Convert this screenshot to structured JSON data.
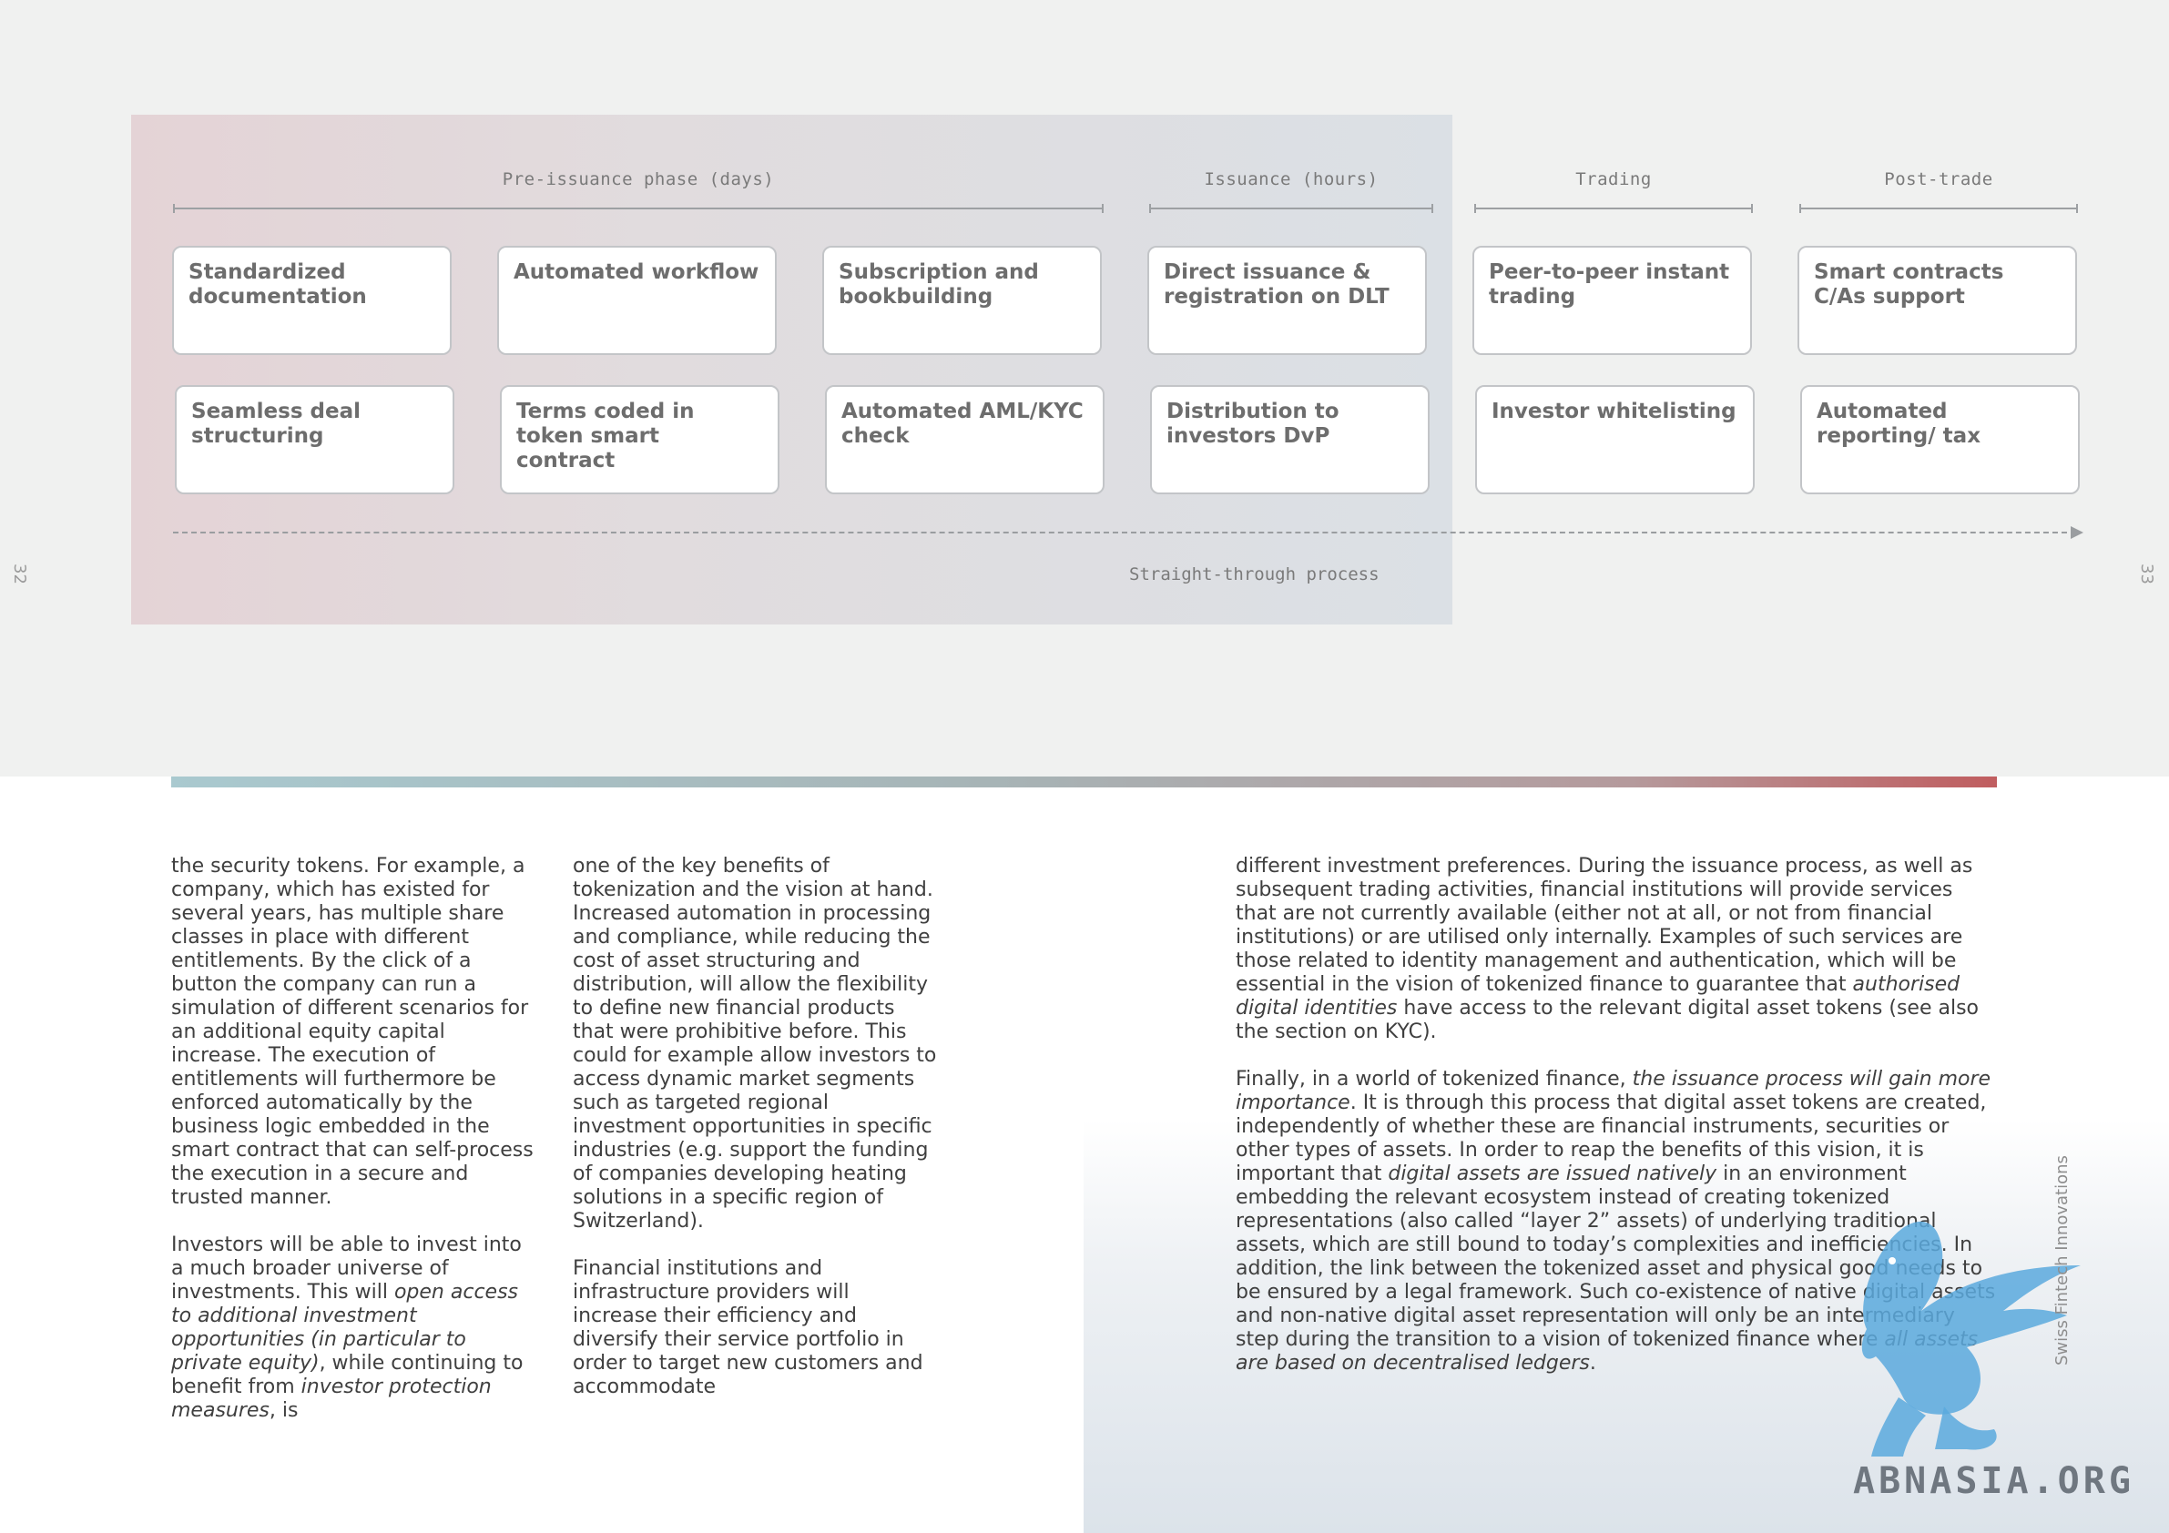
{
  "diagram": {
    "phases": [
      {
        "label": "Pre-issuance phase (days)"
      },
      {
        "label": "Issuance (hours)"
      },
      {
        "label": "Trading"
      },
      {
        "label": "Post-trade"
      }
    ],
    "row1": [
      {
        "label": "Standardized documentation"
      },
      {
        "label": "Automated workflow"
      },
      {
        "label": "Subscription and bookbuilding"
      },
      {
        "label": "Direct issuance & registration on DLT"
      },
      {
        "label": "Peer-to-peer instant trading"
      },
      {
        "label": "Smart contracts C/As support"
      }
    ],
    "row2": [
      {
        "label": "Seamless deal structuring"
      },
      {
        "label": "Terms coded in token smart contract"
      },
      {
        "label": "Automated AML/KYC check"
      },
      {
        "label": "Distribution to investors DvP"
      },
      {
        "label": "Investor whitelisting"
      },
      {
        "label": "Automated reporting/ tax"
      }
    ],
    "process_label": "Straight-through process"
  },
  "page_numbers": {
    "left": "32",
    "right": "33"
  },
  "text": {
    "col1": {
      "p1": "the security tokens. For example, a company, which has existed for several years, has multiple share classes in place with different entitlements. By the click of a button the company can run a simulation of different scenarios for an additional equity capital increase. The execution of entitlements will furthermore be enforced automatically by the business logic embedded in the smart contract that can self-process the execution in a secure and trusted manner.",
      "p2_a": "Investors will be able to invest into a much broader universe of investments. This will ",
      "p2_em1": "open access to additional investment opportunities (in particular to private equity)",
      "p2_b": ", while continuing to benefit from ",
      "p2_em2": "investor protection measures",
      "p2_c": ", is"
    },
    "col2": {
      "p1": "one of the key benefits of tokenization and the vision at hand. Increased automation in processing and compliance, while reducing the cost of asset structuring and distribution, will allow the flexibility to define new financial products that were prohibitive before. This could for example allow investors to access dynamic market segments such as targeted regional investment opportunities in specific industries (e.g. support the funding of companies developing heating solutions in a specific region of Switzerland).",
      "p2": "Financial institutions and infrastructure providers will increase their efficiency and diversify their service portfolio in order to target new customers and accommodate"
    },
    "col3": {
      "p1_a": "different investment preferences. During the issuance process, as well as subsequent trading activities, financial institutions will provide services that are not currently available (either not at all, or not from financial institutions) or are utilised only internally. Examples of such services are those related to identity management and authentication, which will be essential in the vision of tokenized finance to guarantee that ",
      "p1_em": "authorised digital identities",
      "p1_b": " have access to the relevant digital asset tokens (see also the section on KYC).",
      "p2_a": "Finally, in a world of tokenized finance, ",
      "p2_em1": "the issuance process will gain more importance",
      "p2_b": ". It is through this process that digital asset tokens are created, independently of whether these are financial instruments, securities or other types of assets. In order to reap the benefits of this vision, it is important that ",
      "p2_em2": "digital assets are issued natively",
      "p2_c": " in an environment embedding the relevant ecosystem instead of creating tokenized representations (also called “layer 2” assets) of underlying traditional assets, which are still bound to today’s complexities and inefficiencies. In addition, the link between the tokenized asset and physical good needs to be ensured by a legal framework. Such co-existence of native digital assets and non-native digital asset representation will only be an intermediary step during the transition to a vision of tokenized finance where ",
      "p2_em3": "all assets are based on decentralised ledgers",
      "p2_d": "."
    }
  },
  "side_brand": "Swiss Fintech Innovations",
  "watermark": "ABNASIA.ORG",
  "colors": {
    "accent_red": "#c05d5f",
    "accent_teal": "#a9c9cf",
    "logo_blue": "#5aa9dd"
  }
}
